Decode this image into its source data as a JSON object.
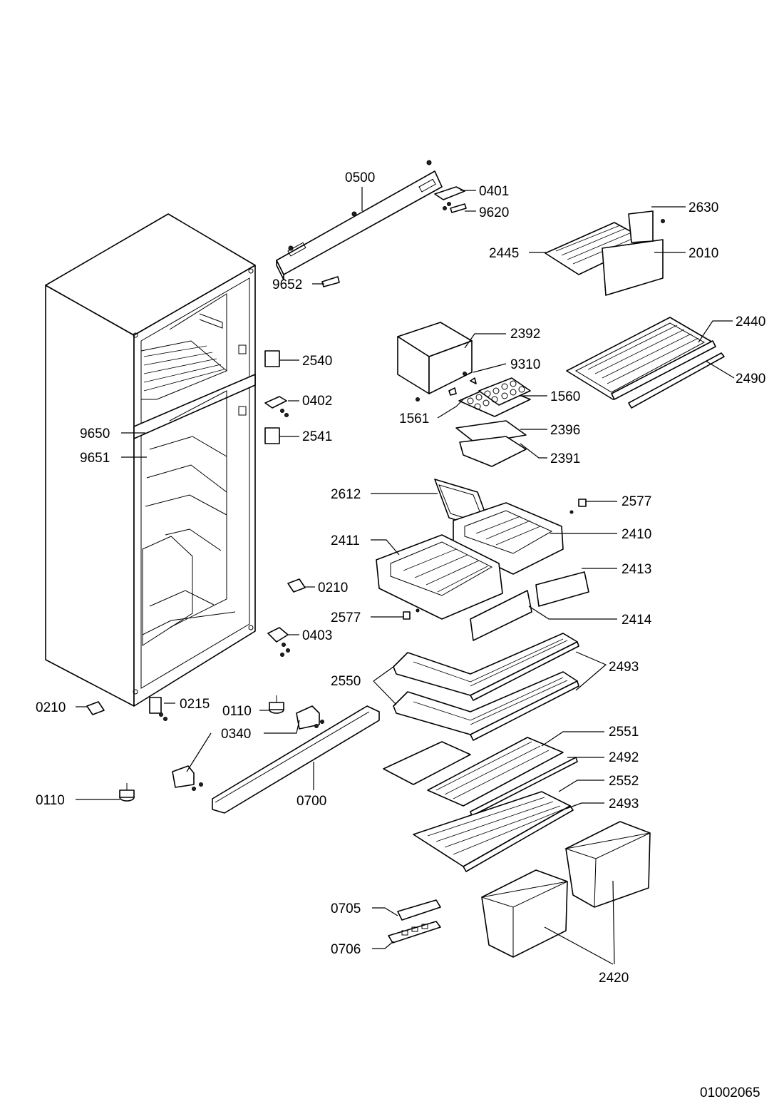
{
  "document_number": "01002065",
  "part_labels": {
    "p0500": "0500",
    "p0401": "0401",
    "p9620": "9620",
    "p2630": "2630",
    "p2445": "2445",
    "p2010": "2010",
    "p9652": "9652",
    "p2392": "2392",
    "p2440": "2440",
    "p9310": "9310",
    "p2490": "2490",
    "p2540": "2540",
    "p1560": "1560",
    "p0402": "0402",
    "p1561": "1561",
    "p9650": "9650",
    "p2541": "2541",
    "p2396": "2396",
    "p9651": "9651",
    "p2391": "2391",
    "p2612": "2612",
    "p2577a": "2577",
    "p2410": "2410",
    "p2411": "2411",
    "p2413": "2413",
    "p0210a": "0210",
    "p2577b": "2577",
    "p2414": "2414",
    "p0403": "0403",
    "p2493a": "2493",
    "p2550": "2550",
    "p0210b": "0210",
    "p0215": "0215",
    "p0110a": "0110",
    "p0340": "0340",
    "p2551": "2551",
    "p2492": "2492",
    "p2552": "2552",
    "p0110b": "0110",
    "p0700": "0700",
    "p2493b": "2493",
    "p0705": "0705",
    "p0706": "0706",
    "p2420": "2420"
  }
}
